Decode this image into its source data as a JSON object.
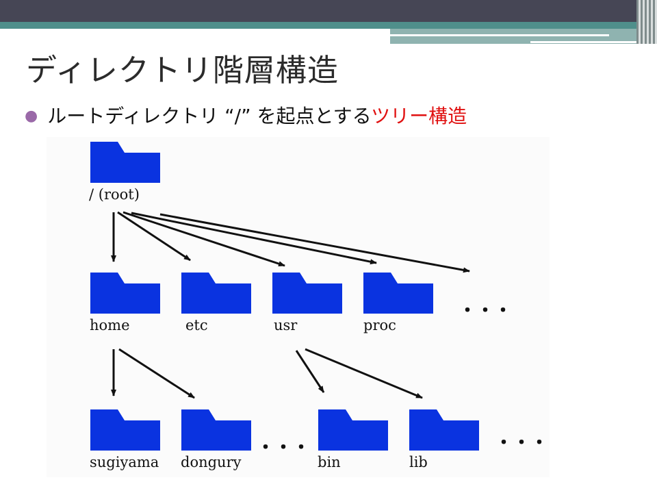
{
  "slide": {
    "title": "ディレクトリ階層構造",
    "bullet_main": "ルートディレクトリ “/” を起点とする",
    "bullet_accent": "ツリー構造",
    "accent_color": "#e01010"
  },
  "diagram": {
    "folder_color": "#0a33e0",
    "nodes": {
      "root": "/ (root)",
      "home": "home",
      "etc": "etc",
      "usr": "usr",
      "proc": "proc",
      "sugiyama": "sugiyama",
      "dongury": "dongury",
      "bin": "bin",
      "lib": "lib"
    },
    "ellipsis": "・・・"
  }
}
